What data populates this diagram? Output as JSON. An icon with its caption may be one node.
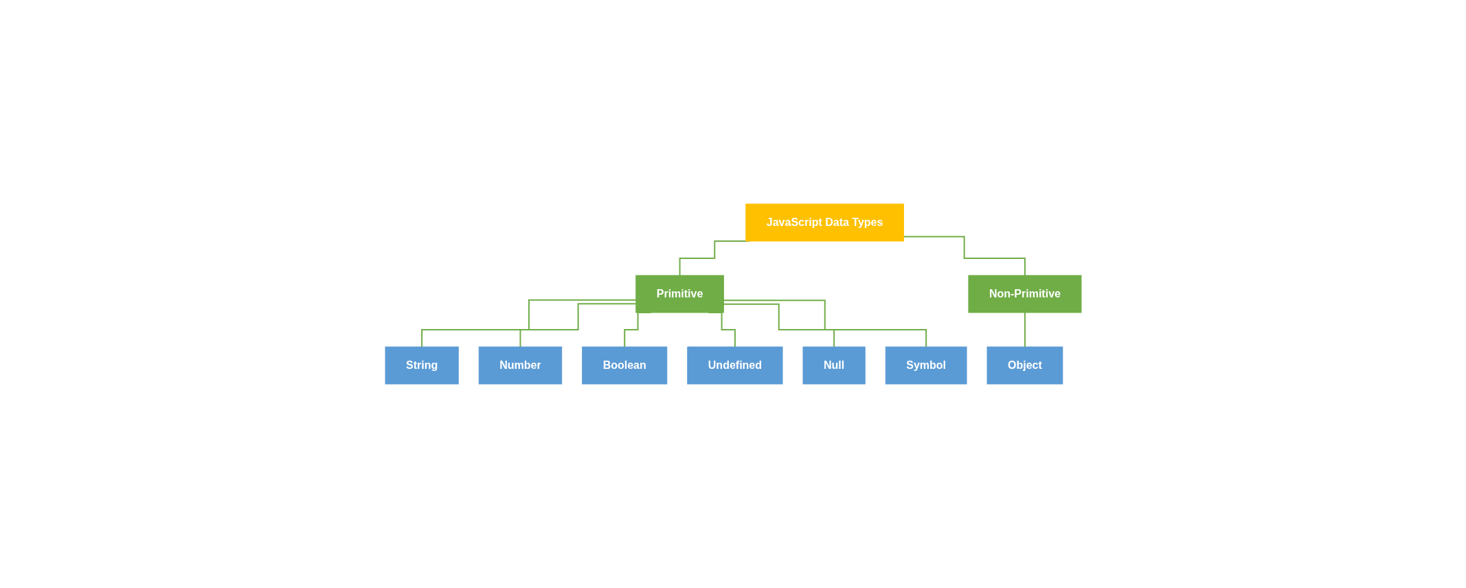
{
  "diagram": {
    "nodes": [
      {
        "text": [
          "JavaScript Data Types"
        ]
      },
      {
        "text": [
          "Primitive"
        ]
      },
      {
        "text": [
          "Non-Primitive"
        ]
      },
      {
        "text": [
          "String"
        ]
      },
      {
        "text": [
          "Number"
        ]
      },
      {
        "text": [
          "Boolean"
        ]
      },
      {
        "text": [
          "Undefined"
        ]
      },
      {
        "text": [
          "Null"
        ]
      },
      {
        "text": [
          "Symbol"
        ]
      },
      {
        "text": [
          "Object"
        ]
      }
    ],
    "edges": [
      {
        "from": 0,
        "to": 1,
        "arrow": "none"
      },
      {
        "from": 0,
        "to": 2,
        "arrow": "none"
      },
      {
        "from": 1,
        "to": 3,
        "arrow": "none"
      },
      {
        "from": 1,
        "to": 4,
        "arrow": "none"
      },
      {
        "from": 1,
        "to": 5,
        "arrow": "none"
      },
      {
        "from": 1,
        "to": 6,
        "arrow": "none"
      },
      {
        "from": 1,
        "to": 7,
        "arrow": "none"
      },
      {
        "from": 1,
        "to": 8,
        "arrow": "none"
      },
      {
        "from": 2,
        "to": 9,
        "arrow": "none"
      }
    ]
  }
}
